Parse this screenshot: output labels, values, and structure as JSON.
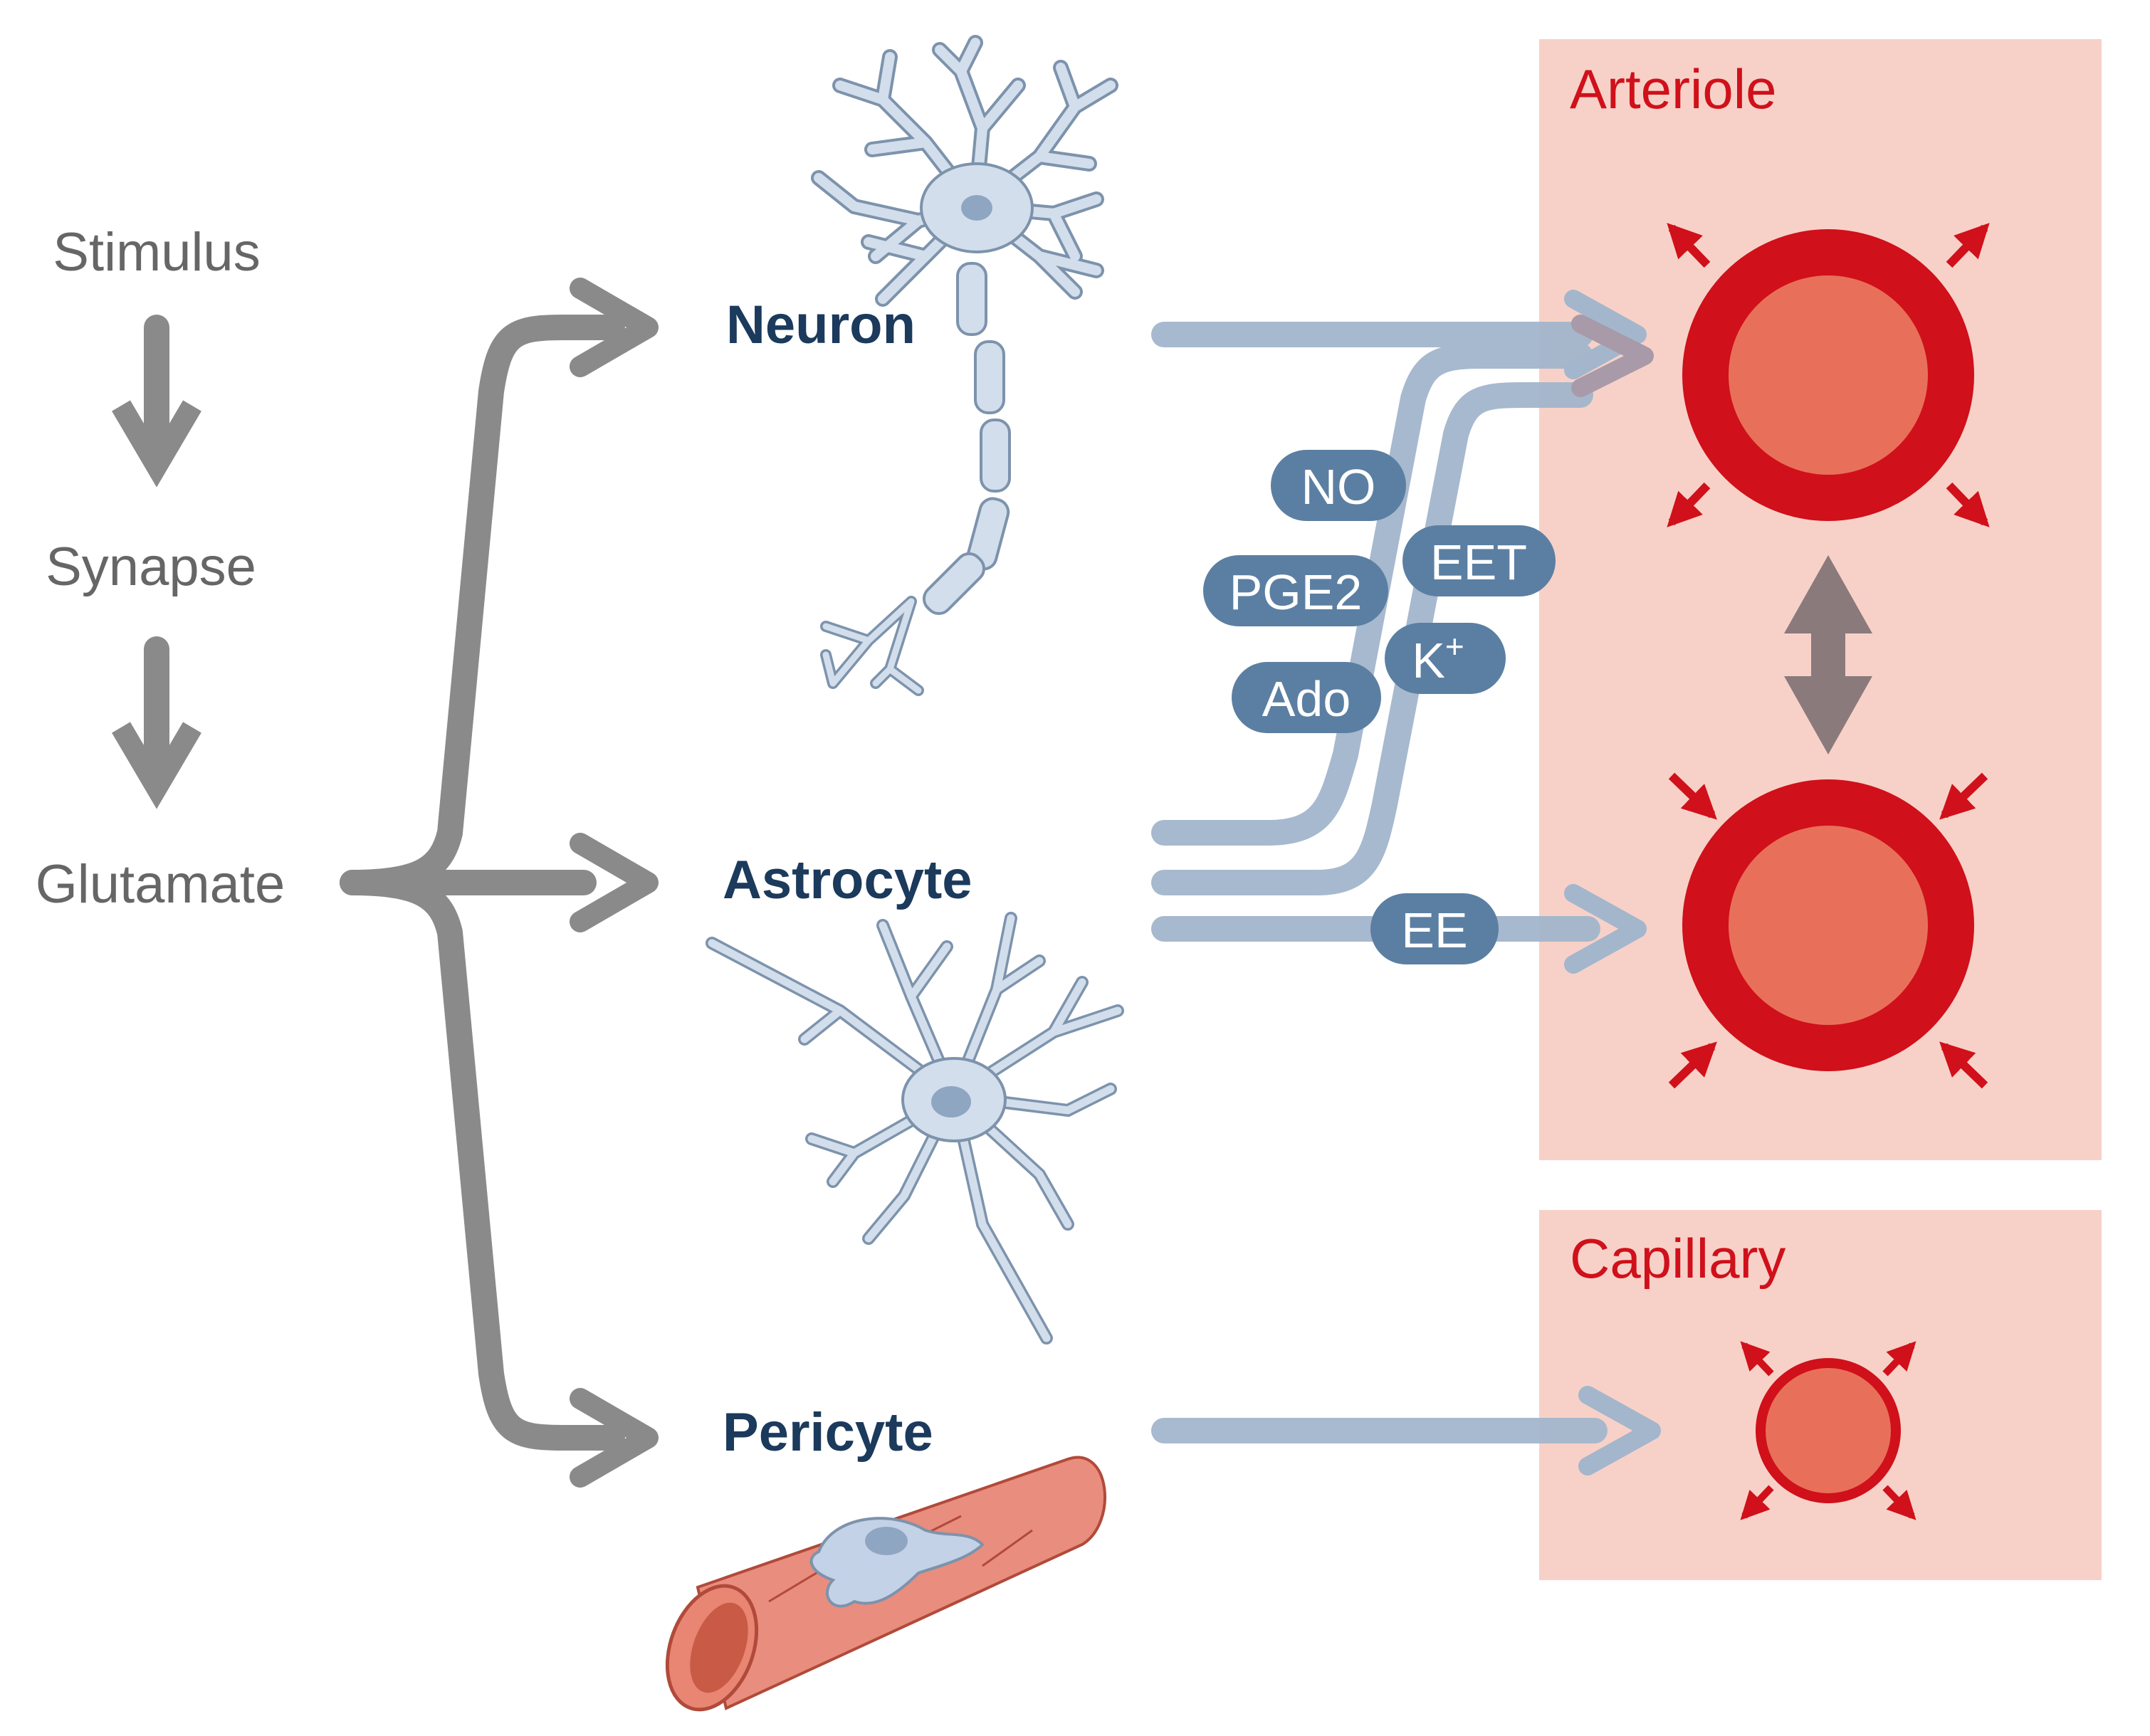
{
  "pathway": [
    "Stimulus",
    "Synapse",
    "Glutamate"
  ],
  "cells": {
    "neuron": "Neuron",
    "astrocyte": "Astrocyte",
    "pericyte": "Pericyte"
  },
  "regions": {
    "arteriole": "Arteriole",
    "capillary": "Capillary"
  },
  "mediators": {
    "no": "NO",
    "pge2": "PGE2",
    "ado": "Ado",
    "eet": "EET",
    "k": "K",
    "k_superscript": "+",
    "ee": "EE"
  },
  "colors": {
    "grey_arrow": "#8a8a8a",
    "blue_path": "#a3b6cc",
    "pill": "#5b7fa2",
    "vessel_wall": "#d0101a",
    "vessel_lumen": "#e8705a",
    "region_bg": "#f7d1c8",
    "cell_fill": "#d3deec",
    "cell_stroke": "#7d93ac"
  }
}
